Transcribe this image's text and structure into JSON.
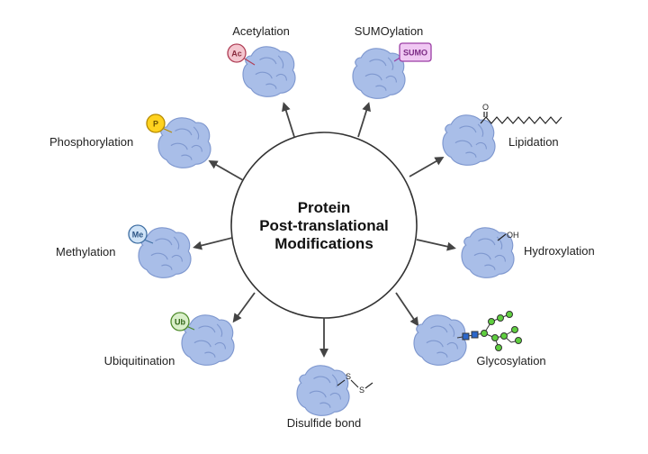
{
  "center": {
    "lines": [
      "Protein",
      "Post-translational",
      "Modifications"
    ]
  },
  "modifications": [
    {
      "label": "Acetylation",
      "badge": "Ac"
    },
    {
      "label": "SUMOylation",
      "badge": "SUMO"
    },
    {
      "label": "Lipidation",
      "chem": "O"
    },
    {
      "label": "Hydroxylation",
      "chem": "OH"
    },
    {
      "label": "Glycosylation"
    },
    {
      "label": "Disulfide bond",
      "chem": [
        "S",
        "S"
      ]
    },
    {
      "label": "Ubiquitination",
      "badge": "Ub"
    },
    {
      "label": "Methylation",
      "badge": "Me"
    },
    {
      "label": "Phosphorylation",
      "badge": "P"
    }
  ],
  "colors": {
    "protein_fill": "#a9bee8",
    "protein_stroke": "#7f98cf",
    "arrow": "#444444",
    "acetyl_badge": "#f4c6cf",
    "acetyl_border": "#b04057",
    "sumo_badge": "#f0c8f3",
    "sumo_border": "#9b3ea4",
    "phospho_badge": "#ffd21f",
    "phospho_border": "#b58a00",
    "methyl_badge": "#cfe3f7",
    "methyl_border": "#3f6fa3",
    "ubiq_badge": "#d9efc9",
    "ubiq_border": "#4d8a2a",
    "glycan_blue": "#2b66c9",
    "glycan_green": "#5fcf3f"
  }
}
